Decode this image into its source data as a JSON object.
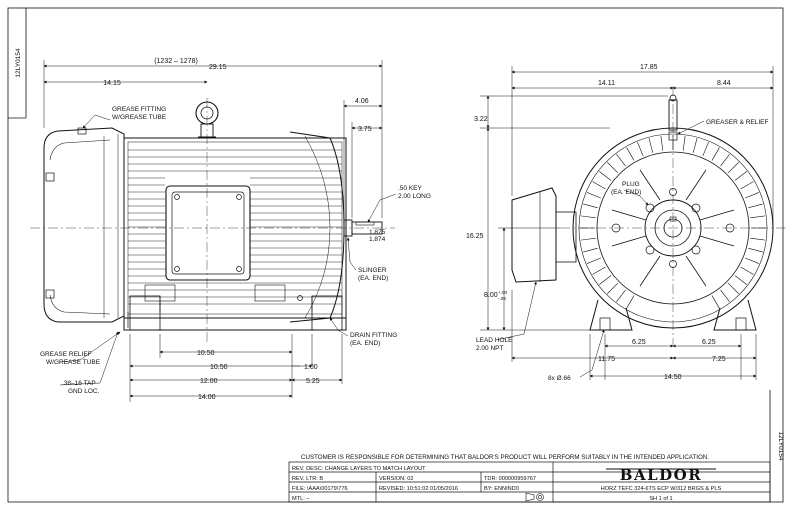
{
  "drawing_id": "12LY0154",
  "drawing_id_corner": "12LY0154",
  "left_view": {
    "overall_bracket": "(1232 – 1278)",
    "overall_length": "29.15",
    "length_to_center": "14.15",
    "shaft_ext_outer": "4.06",
    "shaft_ext_inner": "3.75",
    "key_note": [
      ".50 KEY",
      "2.00 LONG"
    ],
    "shaft_dia_top": "1.875",
    "shaft_dia_bottom": "1.874",
    "slinger_note": [
      "SLINGER",
      "(EA. END)"
    ],
    "drain_note": [
      "DRAIN FITTING",
      "(EA. END)"
    ],
    "grease_fitting_note": [
      "GREASE FITTING",
      "W/GREASE TUBE"
    ],
    "grease_relief_note": [
      "GREASE RELIEF",
      "W/GREASE TUBE"
    ],
    "tap_note": [
      ".38–16 TAP",
      "GND LOC."
    ],
    "foot_spacing_1": "10.50",
    "foot_spacing_2": "10.50",
    "foot_offset": "1.00",
    "foot_total": "12.00",
    "foot_end": "5.25",
    "base_length": "14.00"
  },
  "right_view": {
    "overall_width": "17.85",
    "left_to_center": "14.11",
    "right_to_center": "8.44",
    "eyebolt_height": "3.22",
    "greaser_note": "GREASER & RELIEF",
    "plug_note": [
      "PLUG",
      "(EA. END)"
    ],
    "overall_height": "16.25",
    "shaft_height": "8.00",
    "shaft_height_tol_top": "+.00",
    "shaft_height_tol_bottom": "-.06",
    "lead_hole_note": [
      "LEAD HOLE",
      "2.00 NPT"
    ],
    "foot_half_left": "6.25",
    "foot_half_right": "6.25",
    "box_offset": "11.75",
    "right_half_width": "7.25",
    "base_width": "14.50",
    "mount_holes": "8x Ø.66"
  },
  "notice": "CUSTOMER IS RESPONSIBLE FOR DETERMINING THAT BALDOR'S PRODUCT WILL PERFORM SUITABLY IN THE INTENDED APPLICATION.",
  "title_block": {
    "rev_desc": "REV. DESC: CHANGE LAYERS TO MATCH LAYOUT",
    "rev_ltr": "REV. LTR: B",
    "version": "VERSION: 02",
    "tdr": "TDR: 000000959767",
    "file": "FILE: \\AAA\\00179\\776",
    "revised": "REVISED: 10:51:02 01/05/2016",
    "by": "BY: ENNIND0",
    "mtl": "MTL: –",
    "brand": "BALDOR",
    "description": "HORZ TEFC 324-6TS ECP W/312 BRGS & PLS",
    "sheet": "SH 1 of 1"
  }
}
